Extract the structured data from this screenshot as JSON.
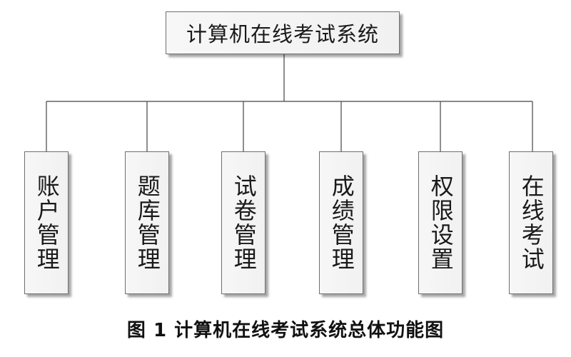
{
  "diagram": {
    "root": {
      "label": "计算机在线考试系统"
    },
    "children": [
      {
        "label": "账户管理"
      },
      {
        "label": "题库管理"
      },
      {
        "label": "试卷管理"
      },
      {
        "label": "成绩管理"
      },
      {
        "label": "权限设置"
      },
      {
        "label": "在线考试"
      }
    ]
  },
  "caption": "图 1  计算机在线考试系统总体功能图"
}
